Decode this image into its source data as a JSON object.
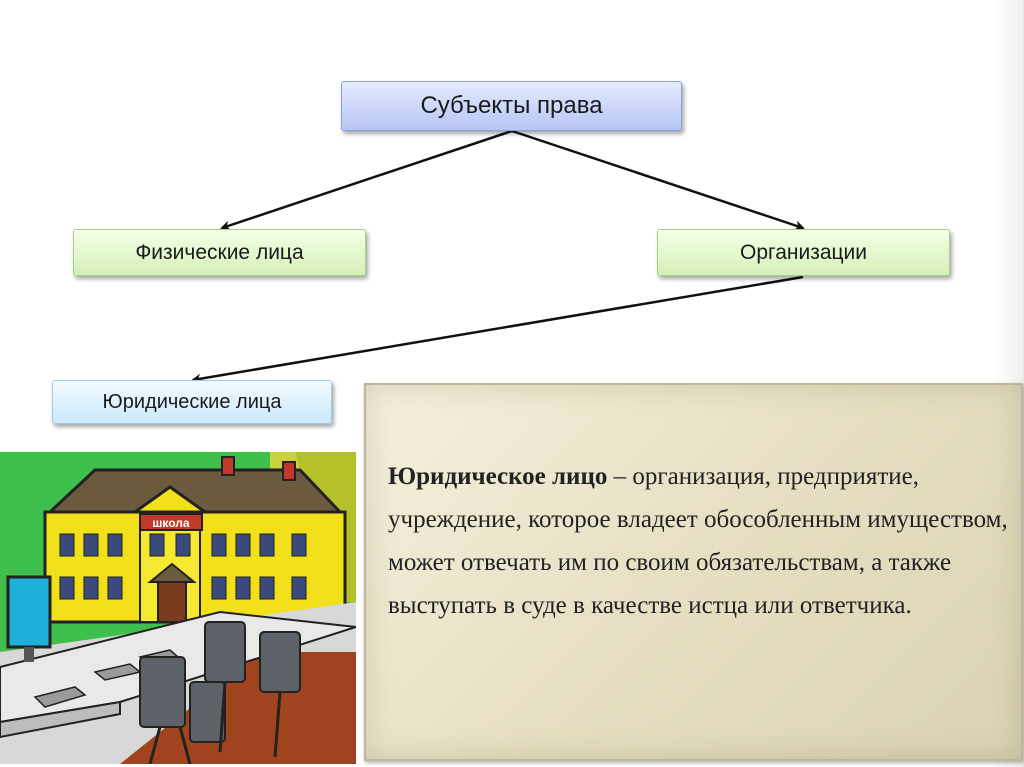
{
  "diagram": {
    "root": "Субъекты права",
    "children": [
      "Физические лица",
      "Организации"
    ],
    "sub_child": "Юридические лица"
  },
  "definition": {
    "term": "Юридическое лицо",
    "text": " – организация, предприятие, учреждение, которое владеет обособленным имуществом, может отвечать им по своим обязательствам, а также выступать в суде в качестве истца или ответчика."
  },
  "illustration": {
    "sign": "школа",
    "icon": "school-building-computer-lab-icon"
  },
  "colors": {
    "root_fill": "#c9d4f7",
    "child_fill": "#e2f5cc",
    "legal_fill": "#def1fc",
    "definition_fill": "#e6dfc3"
  }
}
